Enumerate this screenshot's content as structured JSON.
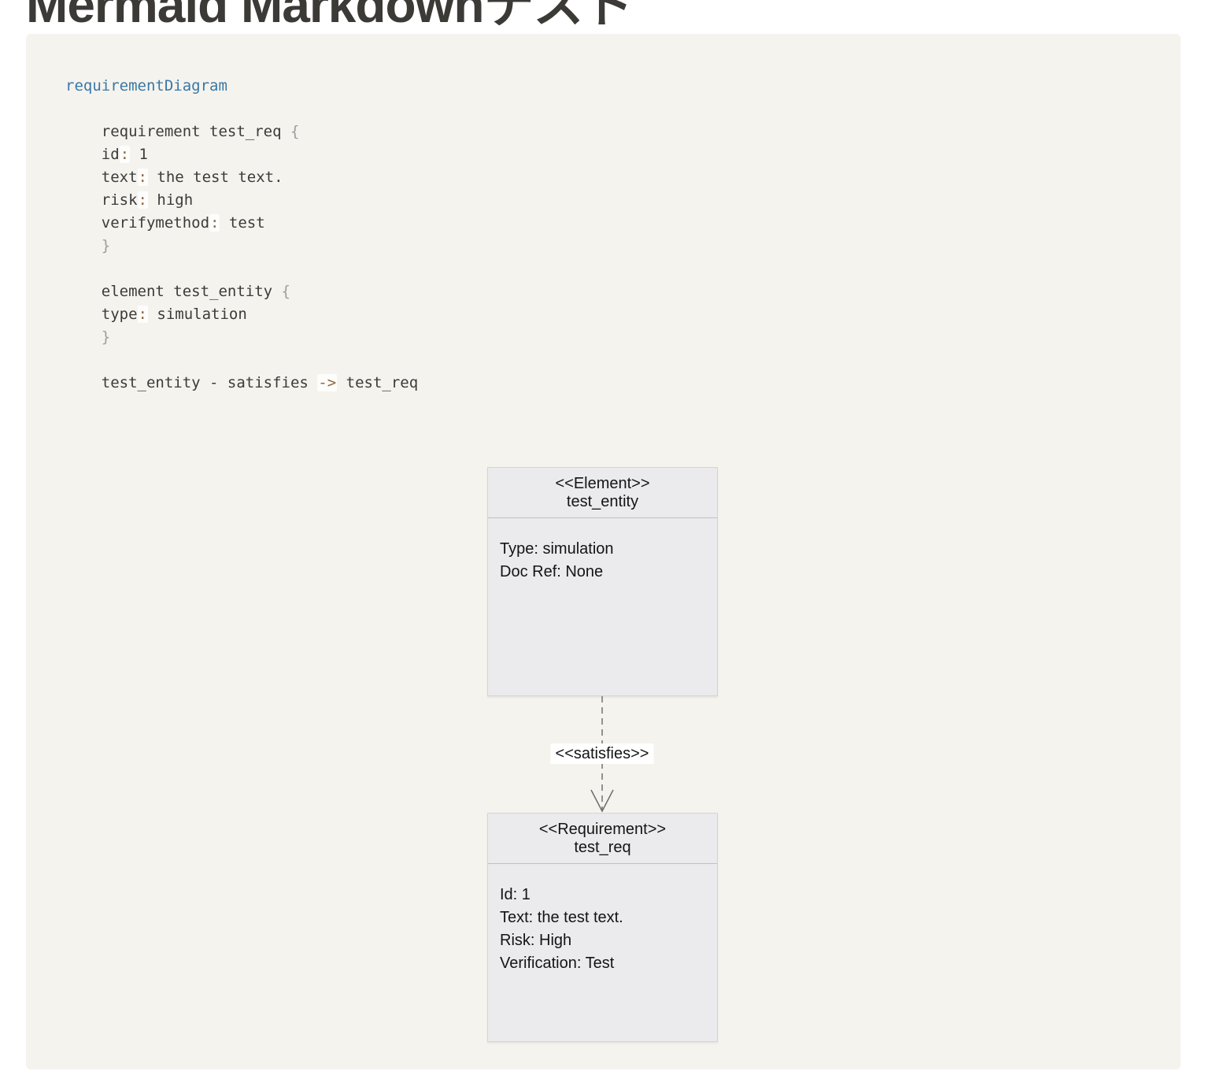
{
  "page": {
    "title": "Mermaid Markdownテスト"
  },
  "code_block": {
    "language": "mermaid",
    "lines": [
      {
        "tokens": [
          {
            "t": "keyword",
            "s": "requirementDiagram"
          }
        ]
      },
      {
        "tokens": []
      },
      {
        "tokens": [
          {
            "t": "plain",
            "s": "    requirement test_req "
          },
          {
            "t": "brace",
            "s": "{"
          }
        ]
      },
      {
        "tokens": [
          {
            "t": "plain",
            "s": "    id"
          },
          {
            "t": "op",
            "s": ":"
          },
          {
            "t": "plain",
            "s": " 1"
          }
        ]
      },
      {
        "tokens": [
          {
            "t": "plain",
            "s": "    text"
          },
          {
            "t": "op",
            "s": ":"
          },
          {
            "t": "plain",
            "s": " the test text."
          }
        ]
      },
      {
        "tokens": [
          {
            "t": "plain",
            "s": "    risk"
          },
          {
            "t": "op",
            "s": ":"
          },
          {
            "t": "plain",
            "s": " high"
          }
        ]
      },
      {
        "tokens": [
          {
            "t": "plain",
            "s": "    verifymethod"
          },
          {
            "t": "op",
            "s": ":"
          },
          {
            "t": "plain",
            "s": " test"
          }
        ]
      },
      {
        "tokens": [
          {
            "t": "brace",
            "s": "    }"
          }
        ]
      },
      {
        "tokens": []
      },
      {
        "tokens": [
          {
            "t": "plain",
            "s": "    element test_entity "
          },
          {
            "t": "brace",
            "s": "{"
          }
        ]
      },
      {
        "tokens": [
          {
            "t": "plain",
            "s": "    type"
          },
          {
            "t": "op",
            "s": ":"
          },
          {
            "t": "plain",
            "s": " simulation"
          }
        ]
      },
      {
        "tokens": [
          {
            "t": "brace",
            "s": "    }"
          }
        ]
      },
      {
        "tokens": []
      },
      {
        "tokens": [
          {
            "t": "plain",
            "s": "    test_entity - satisfies "
          },
          {
            "t": "op",
            "s": "->"
          },
          {
            "t": "plain",
            "s": " test_req"
          }
        ]
      }
    ]
  },
  "diagram": {
    "element_node": {
      "stereotype": "<<Element>>",
      "name": "test_entity",
      "body": [
        "Type: simulation",
        "Doc Ref: None"
      ]
    },
    "relation_label": "<<satisfies>>",
    "requirement_node": {
      "stereotype": "<<Requirement>>",
      "name": "test_req",
      "body": [
        "Id: 1",
        "Text: the test text.",
        "Risk: High",
        "Verification: Test"
      ]
    }
  },
  "colors": {
    "page_background": "#ffffff",
    "card_background": "#f5f3ed",
    "code_keyword": "#3878a8",
    "code_plain": "#3b3b3b",
    "code_brace": "#9d9d9d",
    "code_operator": "#93683c",
    "node_fill": "#ebebed",
    "node_border": "#d4d4d8",
    "edge_color": "#737373"
  }
}
